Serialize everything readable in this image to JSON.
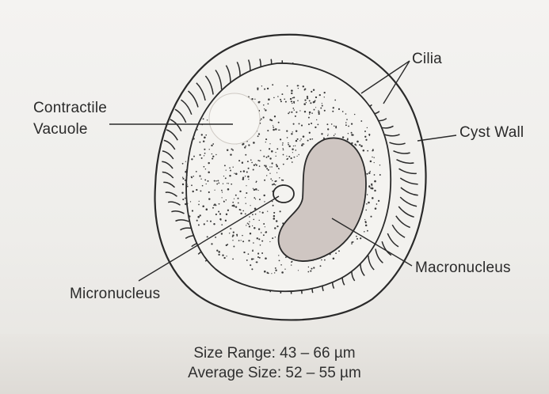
{
  "labels": {
    "cilia": "Cilia",
    "contractile_vacuole_line1": "Contractile",
    "contractile_vacuole_line2": "Vacuole",
    "cyst_wall": "Cyst Wall",
    "macronucleus": "Macronucleus",
    "micronucleus": "Micronucleus"
  },
  "caption": {
    "size_range": "Size Range: 43 – 66 µm",
    "average_size": "Average Size: 52 – 55 µm"
  },
  "colors": {
    "ink": "#2a2a2a",
    "macronucleus_fill": "#cfc6c2",
    "paper": "#f1f0ed"
  }
}
